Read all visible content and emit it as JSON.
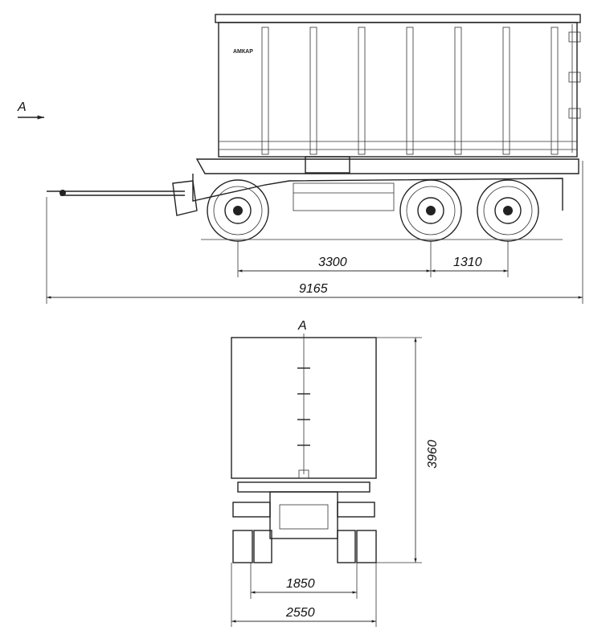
{
  "side_view": {
    "view_marker": "A",
    "logo_text": "АМКАР",
    "dimensions": {
      "wheelbase": "3300",
      "axle_spacing": "1310",
      "overall_length": "9165"
    }
  },
  "front_view": {
    "view_label": "A",
    "dimensions": {
      "height": "3960",
      "track": "1850",
      "overall_width": "2550"
    }
  }
}
